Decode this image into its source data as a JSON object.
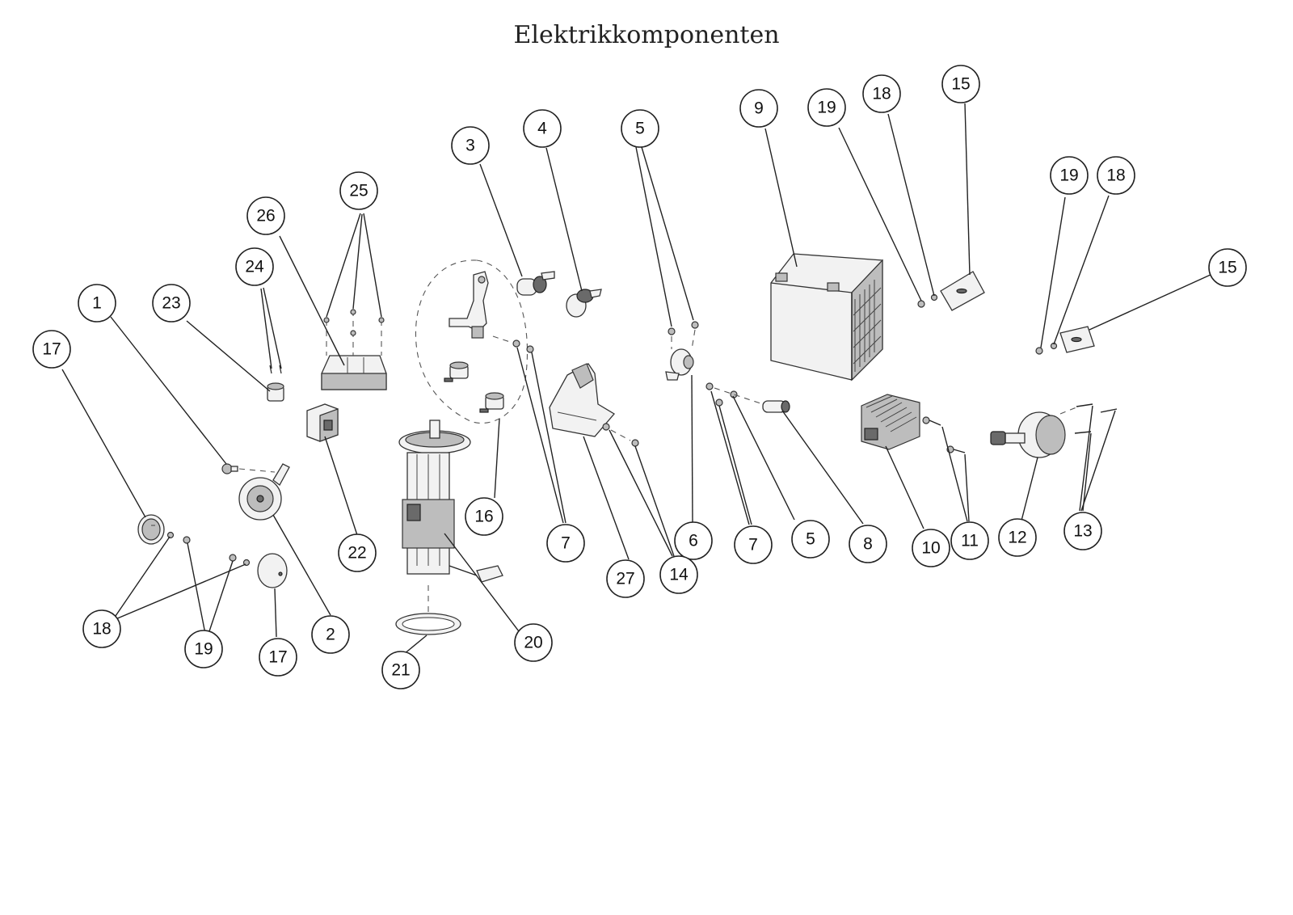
{
  "title": "Elektrikkomponenten",
  "callouts": {
    "c1": "1",
    "c2": "2",
    "c3": "3",
    "c4": "4",
    "c5a": "5",
    "c5b": "5",
    "c6": "6",
    "c7a": "7",
    "c7b": "7",
    "c8": "8",
    "c9": "9",
    "c10": "10",
    "c11": "11",
    "c12": "12",
    "c13": "13",
    "c14": "14",
    "c15a": "15",
    "c15b": "15",
    "c16": "16",
    "c17a": "17",
    "c17b": "17",
    "c18a": "18",
    "c18b": "18",
    "c18c": "18",
    "c19a": "19",
    "c19b": "19",
    "c19c": "19",
    "c20": "20",
    "c21": "21",
    "c22": "22",
    "c23": "23",
    "c24": "24",
    "c25": "25",
    "c26": "26",
    "c27": "27"
  },
  "icons": {
    "battery": "battery-icon",
    "horn": "horn-icon",
    "fuel_pump": "fuel-pump-icon",
    "regulator": "voltage-regulator-icon",
    "starter": "starter-motor-icon"
  }
}
